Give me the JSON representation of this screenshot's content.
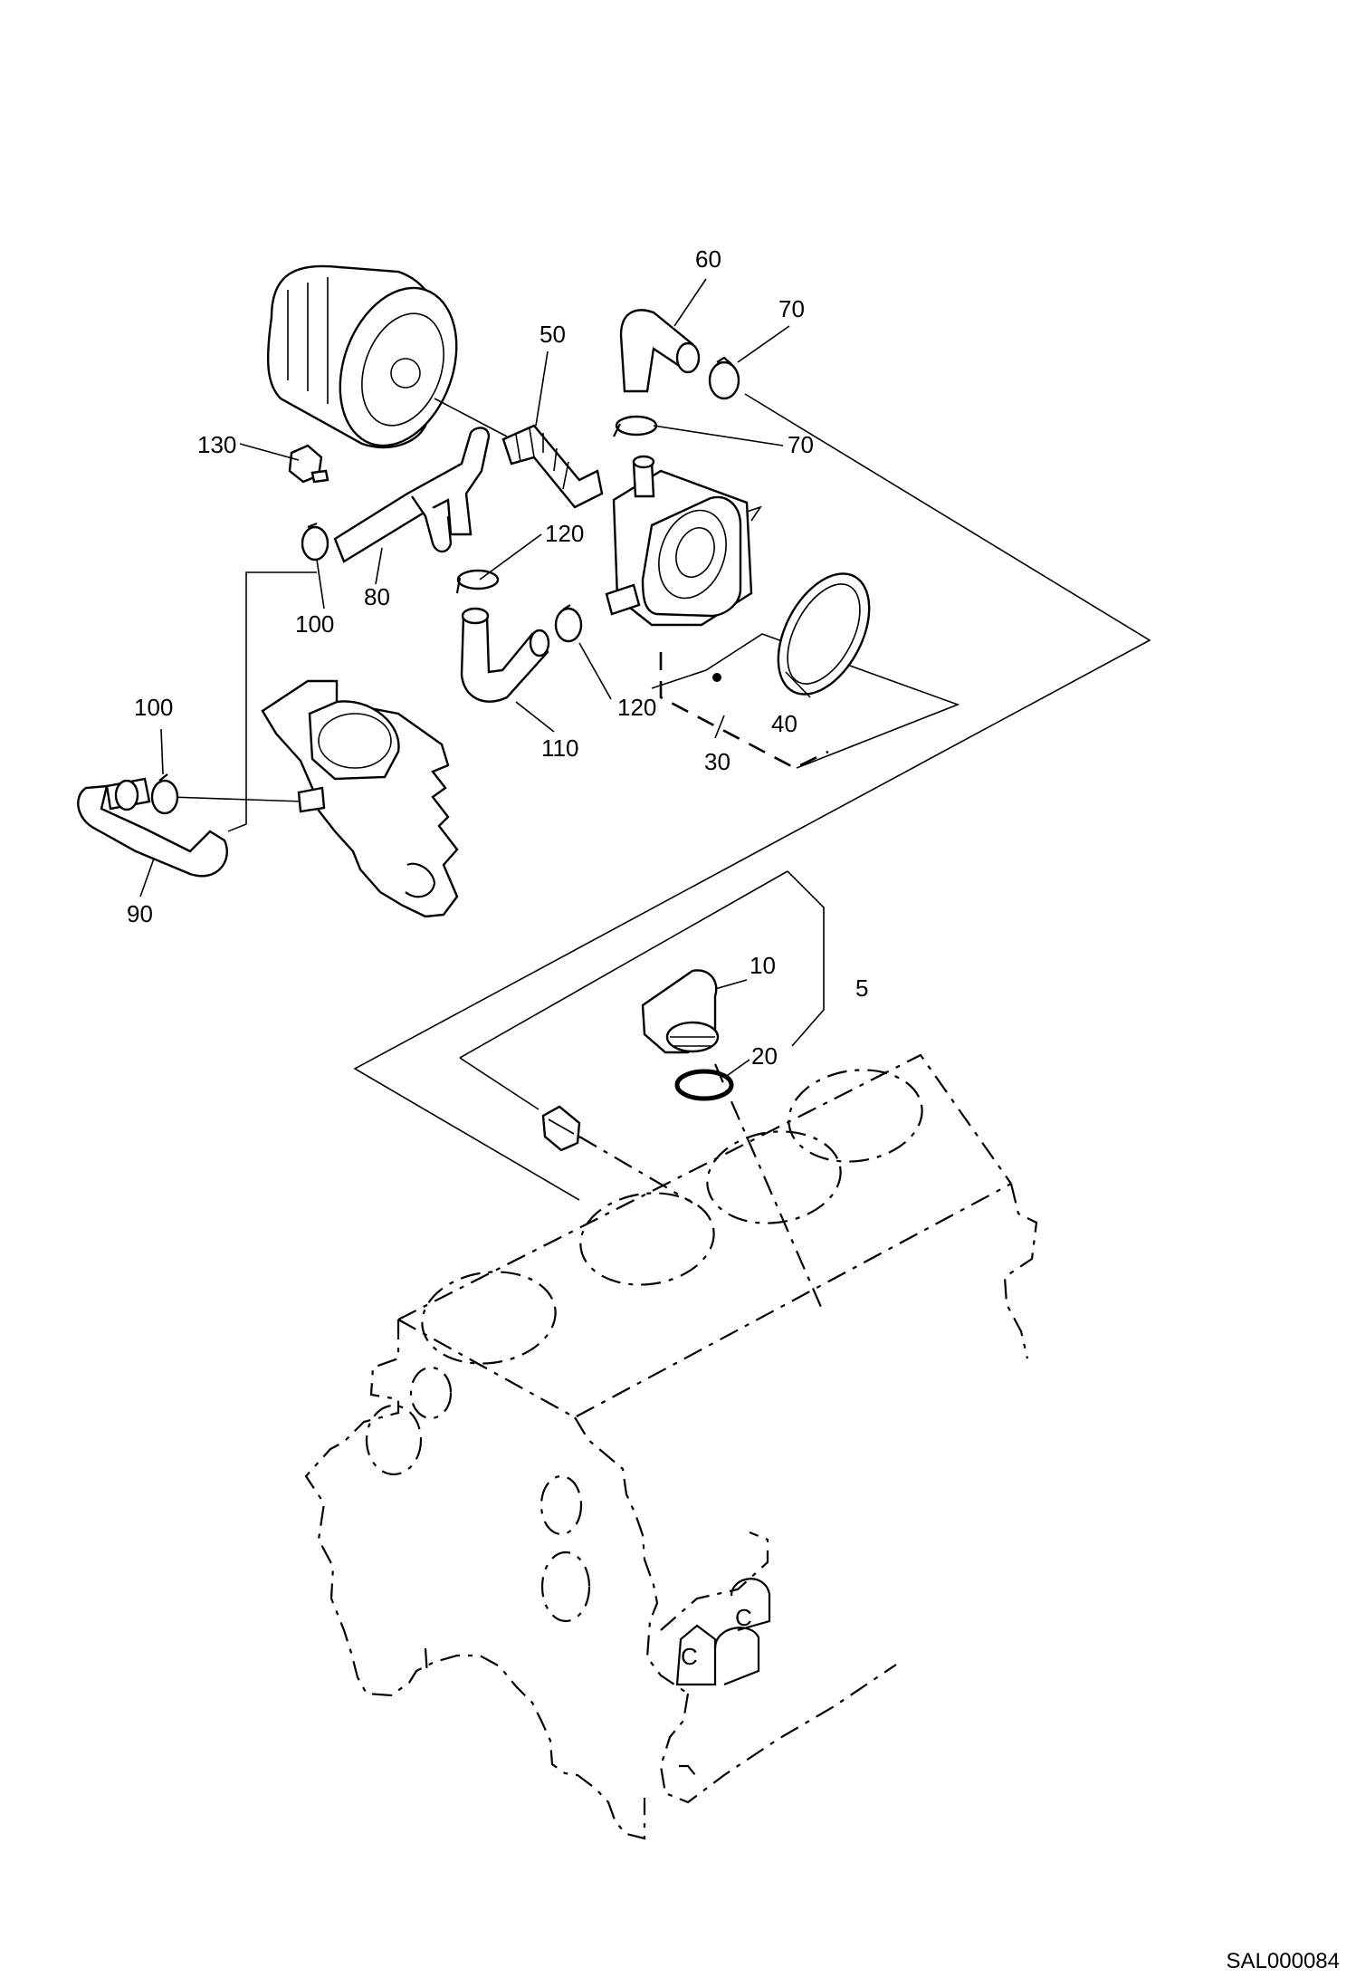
{
  "figure_code": "SAL000084",
  "callouts": [
    {
      "label": "5",
      "part": "filler-cap-assembly"
    },
    {
      "label": "10",
      "part": "filler-cap"
    },
    {
      "label": "20",
      "part": "o-ring"
    },
    {
      "label": "30",
      "part": "oil-cooler-assembly"
    },
    {
      "label": "40",
      "part": "gasket"
    },
    {
      "label": "50",
      "part": "connector"
    },
    {
      "label": "60",
      "part": "hose-elbow-upper"
    },
    {
      "label": "70",
      "part": "hose-clamp-upper"
    },
    {
      "label": "70",
      "part": "hose-clamp-lower"
    },
    {
      "label": "80",
      "part": "pipe"
    },
    {
      "label": "90",
      "part": "hose-elbow-left"
    },
    {
      "label": "100",
      "part": "hose-clamp-left-upper"
    },
    {
      "label": "100",
      "part": "hose-clamp-left-lower"
    },
    {
      "label": "110",
      "part": "hose-elbow-lower"
    },
    {
      "label": "120",
      "part": "hose-clamp-lower-right"
    },
    {
      "label": "120",
      "part": "hose-clamp-upper-right"
    },
    {
      "label": "130",
      "part": "bolt"
    }
  ]
}
